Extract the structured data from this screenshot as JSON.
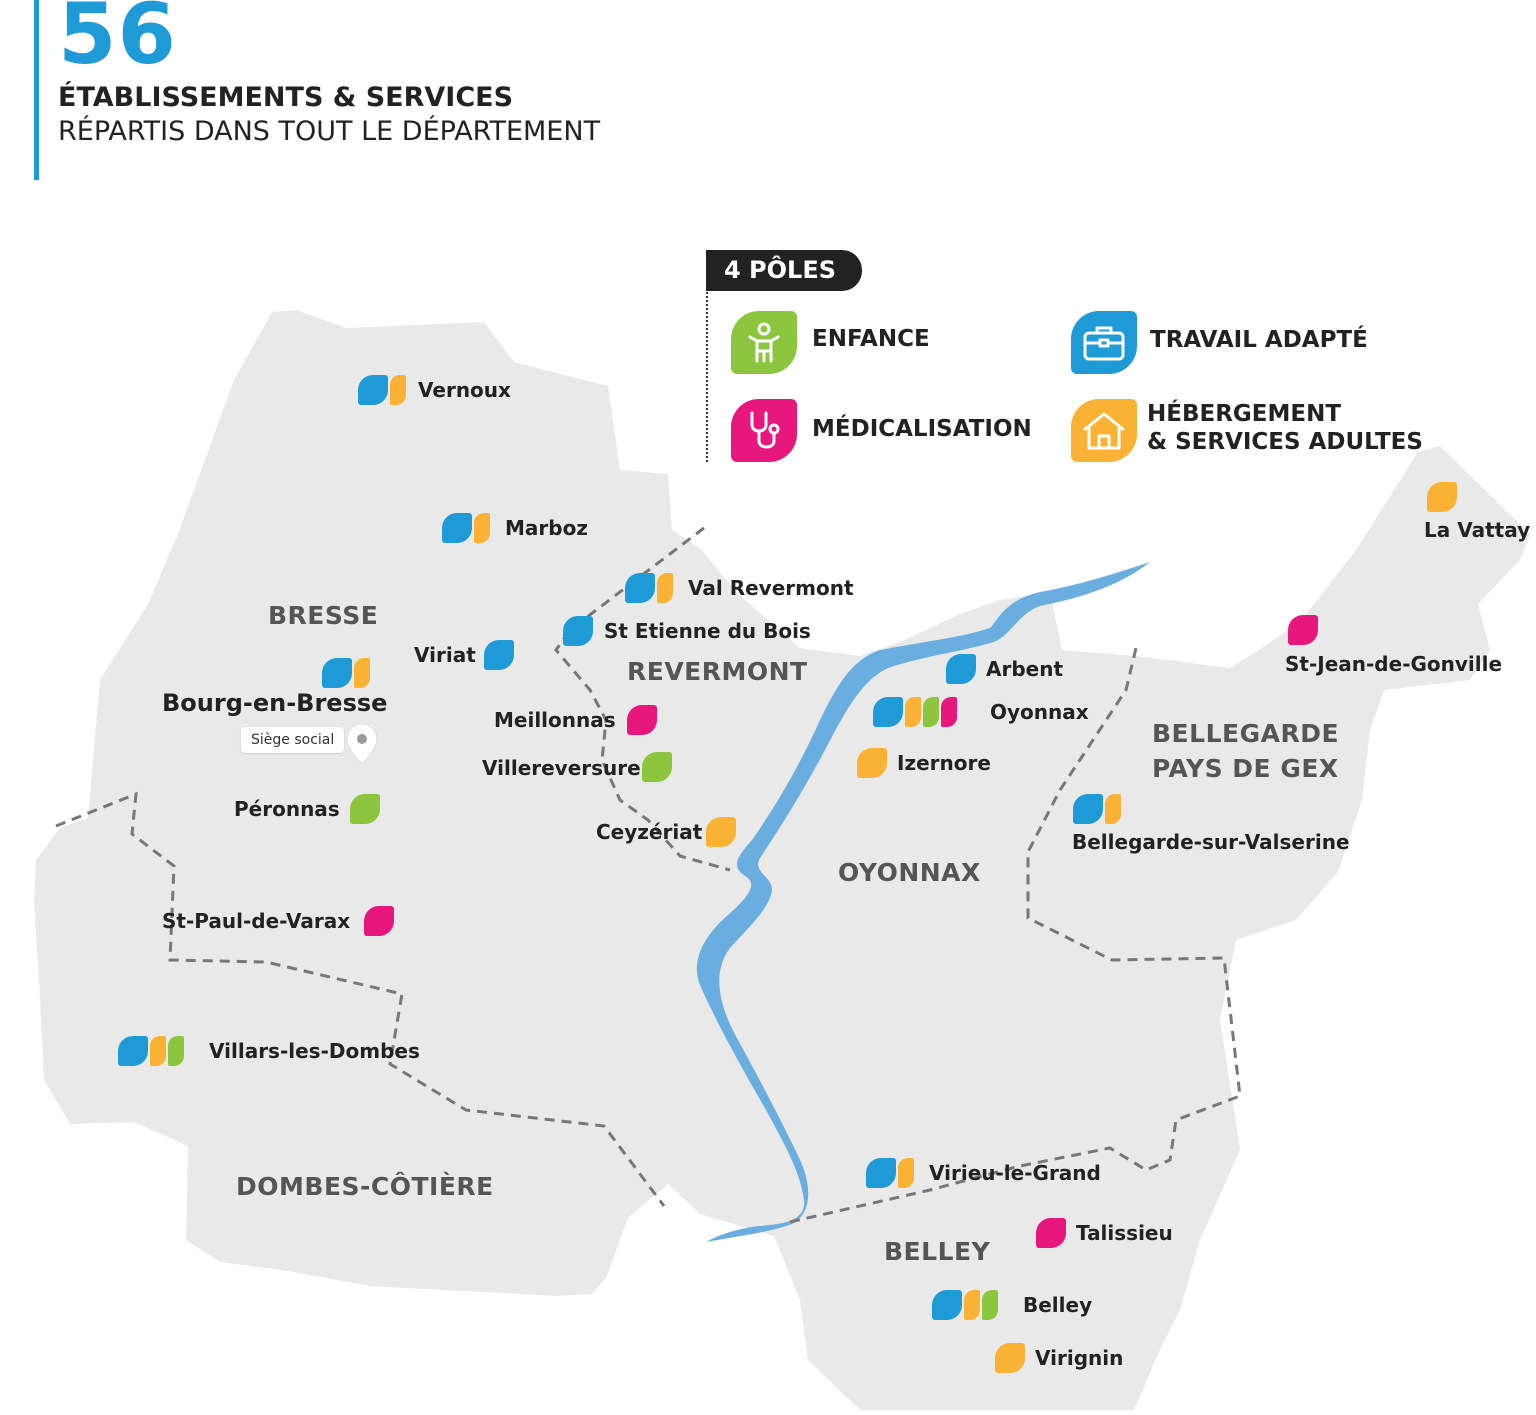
{
  "header": {
    "count": "56",
    "line1": "ÉTABLISSEMENTS & SERVICES",
    "line2": "RÉPARTIS DANS TOUT LE DÉPARTEMENT"
  },
  "colors": {
    "accent": "#1e9ad6",
    "enfance": "#8cc63f",
    "travail": "#1e9ad6",
    "medicalisation": "#e8177d",
    "hebergement": "#f9b233",
    "land": "#e9e9e9",
    "river": "#6aaee0"
  },
  "legend": {
    "title": "4 PÔLES",
    "items": [
      {
        "key": "enfance",
        "label": "ENFANCE",
        "icon": "child-icon"
      },
      {
        "key": "travail",
        "label": "TRAVAIL ADAPTÉ",
        "icon": "briefcase-icon"
      },
      {
        "key": "medicalisation",
        "label": "MÉDICALISATION",
        "icon": "stethoscope-icon"
      },
      {
        "key": "hebergement",
        "label_line1": "HÉBERGEMENT",
        "label_line2": "& SERVICES ADULTES",
        "icon": "house-icon"
      }
    ]
  },
  "regions": {
    "bresse": "BRESSE",
    "revermont": "REVERMONT",
    "oyonnax": "OYONNAX",
    "bellegarde_line1": "BELLEGARDE",
    "bellegarde_line2": "PAYS DE GEX",
    "dombes": "DOMBES-CÔTIÈRE",
    "belley": "BELLEY"
  },
  "siege_label": "Siège social",
  "cities": [
    {
      "name": "Vernoux",
      "poles": [
        "travail",
        "hebergement"
      ]
    },
    {
      "name": "Marboz",
      "poles": [
        "travail",
        "hebergement"
      ]
    },
    {
      "name": "Val Revermont",
      "poles": [
        "travail",
        "hebergement"
      ]
    },
    {
      "name": "St Etienne du Bois",
      "poles": [
        "travail"
      ]
    },
    {
      "name": "Viriat",
      "poles": [
        "travail"
      ]
    },
    {
      "name": "Bourg-en-Bresse",
      "poles": [
        "travail",
        "hebergement"
      ]
    },
    {
      "name": "Meillonnas",
      "poles": [
        "medicalisation"
      ]
    },
    {
      "name": "Villereversure",
      "poles": [
        "enfance"
      ]
    },
    {
      "name": "Péronnas",
      "poles": [
        "enfance"
      ]
    },
    {
      "name": "Ceyzériat",
      "poles": [
        "hebergement"
      ]
    },
    {
      "name": "St-Paul-de-Varax",
      "poles": [
        "medicalisation"
      ]
    },
    {
      "name": "Villars-les-Dombes",
      "poles": [
        "travail",
        "hebergement",
        "enfance"
      ]
    },
    {
      "name": "Arbent",
      "poles": [
        "travail"
      ]
    },
    {
      "name": "Oyonnax",
      "poles": [
        "travail",
        "hebergement",
        "enfance",
        "medicalisation"
      ]
    },
    {
      "name": "Izernore",
      "poles": [
        "hebergement"
      ]
    },
    {
      "name": "La Vattay",
      "poles": [
        "hebergement"
      ]
    },
    {
      "name": "St-Jean-de-Gonville",
      "poles": [
        "medicalisation"
      ]
    },
    {
      "name": "Bellegarde-sur-Valserine",
      "poles": [
        "travail",
        "hebergement"
      ]
    },
    {
      "name": "Virieu-le-Grand",
      "poles": [
        "travail",
        "hebergement"
      ]
    },
    {
      "name": "Talissieu",
      "poles": [
        "medicalisation"
      ]
    },
    {
      "name": "Belley",
      "poles": [
        "travail",
        "hebergement",
        "enfance"
      ]
    },
    {
      "name": "Virignin",
      "poles": [
        "hebergement"
      ]
    }
  ]
}
